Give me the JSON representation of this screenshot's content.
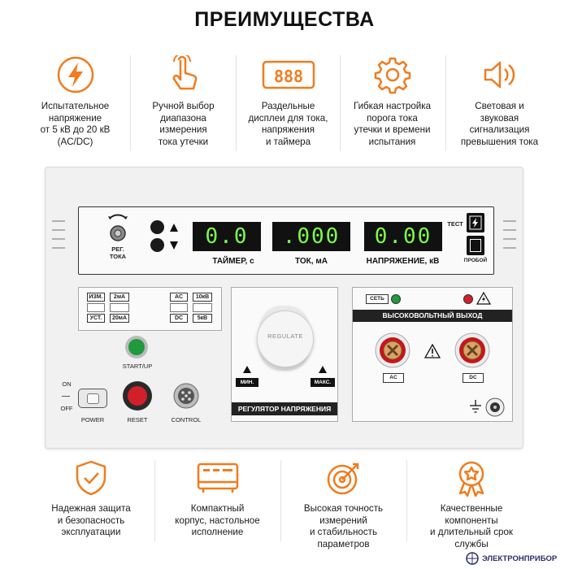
{
  "title": "ПРЕИМУЩЕСТВА",
  "top_features": [
    {
      "icon": "lightning-bolt-icon",
      "l1": "Испытательное",
      "l2": "напряжение",
      "l3": "от 5 кВ до 20 кВ",
      "l4": "(AC/DC)"
    },
    {
      "icon": "hand-pointer-icon",
      "l1": "Ручной выбор",
      "l2": "диапазона",
      "l3": "измерения",
      "l4": "тока утечки"
    },
    {
      "icon": "digital-display-icon",
      "icon_text": "888",
      "l1": "Раздельные",
      "l2": "дисплеи для тока,",
      "l3": "напряжения",
      "l4": "и таймера"
    },
    {
      "icon": "gear-icon",
      "l1": "Гибкая настройка",
      "l2": "порога тока",
      "l3": "утечки и времени",
      "l4": "испытания"
    },
    {
      "icon": "speaker-icon",
      "l1": "Световая и",
      "l2": "звуковая",
      "l3": "сигнализация",
      "l4": "превышения тока"
    }
  ],
  "device": {
    "reg_label1": "РЕГ.",
    "reg_label2": "ТОКА",
    "timer_value": "0.0",
    "current_value": ".000",
    "voltage_value": "0.00",
    "timer_label": "ТАЙМЕР, с",
    "current_label": "ТОК, мА",
    "voltage_label": "НАПРЯЖЕНИЕ, кВ",
    "test_label": "ТЕСТ",
    "breakdown_label": "ПРОБОЙ",
    "keys": {
      "izm": "ИЗМ.",
      "ust": "УСТ.",
      "ma2": "2мА",
      "ma20": "20мА",
      "ac": "AC",
      "dc": "DC",
      "kv10": "10кВ",
      "kv5": "5кВ"
    },
    "start_label": "START/UP",
    "on_label": "ON",
    "off_label": "OFF",
    "power_label": "POWER",
    "reset_label": "RESET",
    "control_label": "CONTROL",
    "regulate_text": "REGULATE",
    "min_label": "МИН.",
    "max_label": "МАКС.",
    "regulator_band": "РЕГУЛЯТОР НАПРЯЖЕНИЯ",
    "mains_label": "СЕТЬ",
    "hv_band": "ВЫСОКОВОЛЬТНЫЙ ВЫХОД",
    "ac_label": "AC",
    "dc_label": "DC"
  },
  "bottom_features": [
    {
      "icon": "shield-check-icon",
      "l1": "Надежная защита",
      "l2": "и безопасность",
      "l3": "эксплуатации"
    },
    {
      "icon": "device-case-icon",
      "l1": "Компактный",
      "l2": "корпус, настольное",
      "l3": "исполнение"
    },
    {
      "icon": "target-arrow-icon",
      "l1": "Высокая точность",
      "l2": "измерений",
      "l3": "и стабильность",
      "l4": "параметров"
    },
    {
      "icon": "award-medal-icon",
      "l1": "Качественные",
      "l2": "компоненты",
      "l3": "и длительный срок",
      "l4": "службы"
    }
  ],
  "brand": "ЭЛЕКТРОНПРИБОР",
  "colors": {
    "accent": "#f07c1e",
    "lcd": "#7cff4a",
    "green_button": "#1f9a3c",
    "red_button": "#d1202a"
  }
}
